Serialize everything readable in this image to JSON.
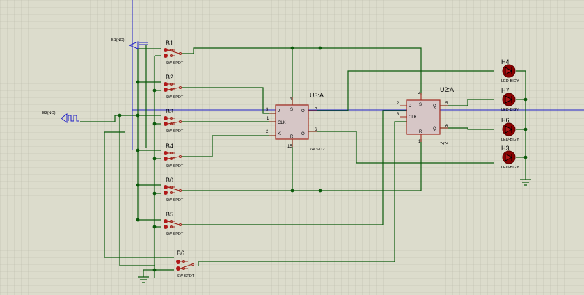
{
  "switches": [
    {
      "ref": "B1",
      "type": "SW-SPDT"
    },
    {
      "ref": "B2",
      "type": "SW-SPDT"
    },
    {
      "ref": "B3",
      "type": "SW-SPDT"
    },
    {
      "ref": "B4",
      "type": "SW-SPDT"
    },
    {
      "ref": "B0",
      "type": "SW-SPDT"
    },
    {
      "ref": "B5",
      "type": "SW-SPDT"
    },
    {
      "ref": "B6",
      "type": "SW-SPDT"
    }
  ],
  "generators": [
    {
      "label": "B1(NO)"
    },
    {
      "label": "B3(NO)"
    }
  ],
  "ic1": {
    "ref": "U3:A",
    "part": "74LS112",
    "pins": {
      "j": "J",
      "clk": "CLK",
      "k": "K",
      "q": "Q",
      "qbar": "Q̄",
      "s": "S",
      "r": "R"
    },
    "nums": {
      "p3": "3",
      "p1": "1",
      "p2": "2",
      "p4": "4",
      "p5": "5",
      "p6": "6",
      "p15": "15"
    }
  },
  "ic2": {
    "ref": "U2:A",
    "part": "7474",
    "pins": {
      "d": "D",
      "clk": "CLK",
      "q": "Q",
      "qbar": "Q̄",
      "s": "S",
      "r": "R"
    },
    "nums": {
      "p2": "2",
      "p3": "3",
      "p4": "4",
      "p5": "5",
      "p6": "6",
      "p1": "1"
    }
  },
  "leds": [
    {
      "ref": "H4",
      "type": "LED-BIGY"
    },
    {
      "ref": "H7",
      "type": "LED-BIGY"
    },
    {
      "ref": "H6",
      "type": "LED-BIGY"
    },
    {
      "ref": "H3",
      "type": "LED-BIGY"
    }
  ],
  "colors": {
    "background": "#dcdccc",
    "grid": "#b9b9aa",
    "wire": "#0a5a0a",
    "component": "#a0281e",
    "led": "#8b0000",
    "marker": "#2020c8"
  }
}
